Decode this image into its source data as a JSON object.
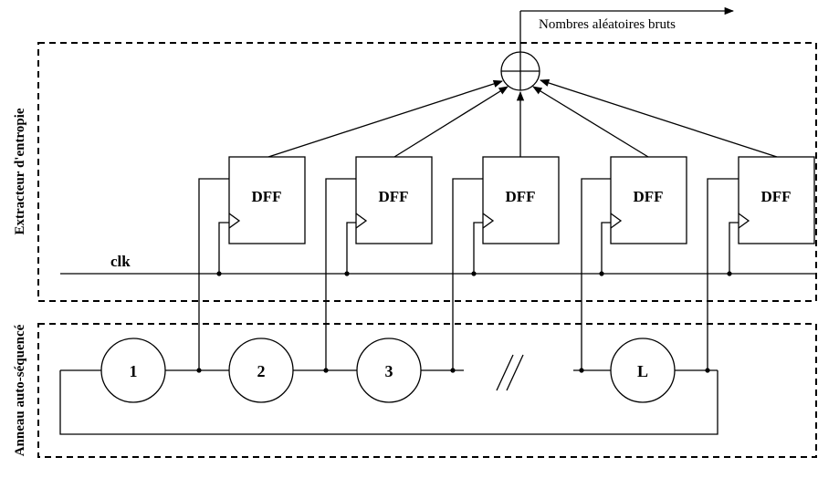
{
  "output_label": "Nombres aléatoires bruts",
  "extractor_label": "Extracteur d'entropie",
  "ring_label": "Anneau auto-séquencé",
  "clock_label": "clk",
  "flip_flops": [
    "DFF",
    "DFF",
    "DFF",
    "DFF",
    "DFF"
  ],
  "ring_nodes": [
    "1",
    "2",
    "3",
    "L"
  ],
  "ellipsis_mark": "//",
  "icons": {
    "xor": "xor-icon",
    "arrow": "arrow-icon"
  }
}
